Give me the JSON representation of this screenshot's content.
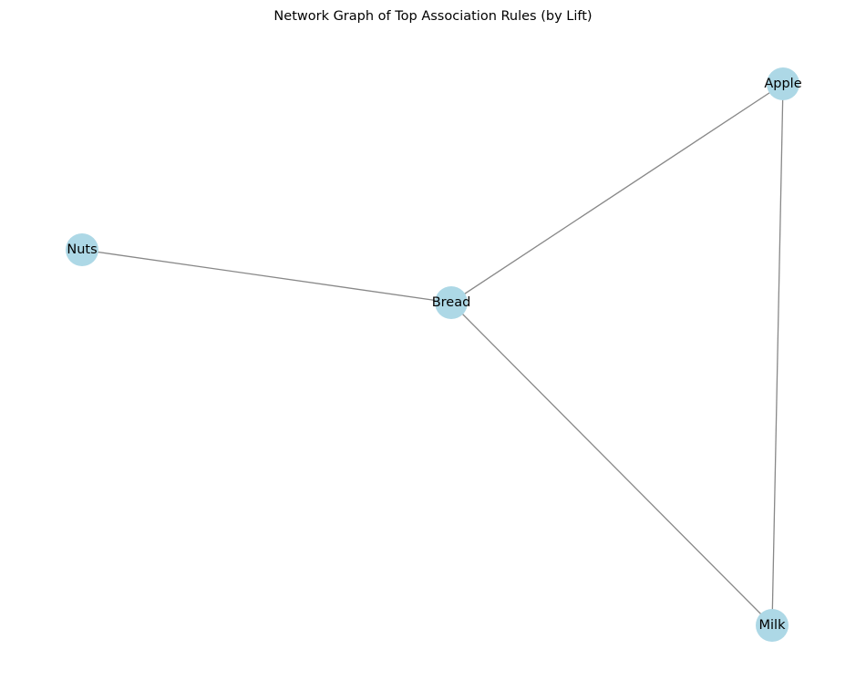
{
  "figure": {
    "title": "Network Graph of Top Association Rules (by Lift)"
  },
  "graph": {
    "node_color": "#add8e6",
    "edge_color": "#888888",
    "label_color": "#000000",
    "nodes": [
      {
        "id": "apple",
        "label": "Apple"
      },
      {
        "id": "nuts",
        "label": "Nuts"
      },
      {
        "id": "bread",
        "label": "Bread"
      },
      {
        "id": "milk",
        "label": "Milk"
      }
    ],
    "edges": [
      {
        "source": "nuts",
        "target": "bread"
      },
      {
        "source": "bread",
        "target": "apple"
      },
      {
        "source": "bread",
        "target": "milk"
      },
      {
        "source": "apple",
        "target": "milk"
      }
    ]
  }
}
